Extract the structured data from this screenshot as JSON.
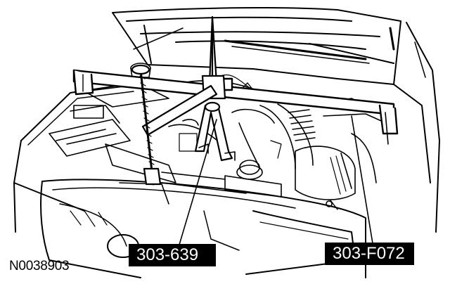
{
  "callouts": {
    "tool_a": "303-639",
    "tool_b": "303-F072"
  },
  "figure_id": "N0038903",
  "colors": {
    "ink": "#000000",
    "paper": "#ffffff",
    "label_bg": "#000000",
    "label_text": "#ffffff"
  }
}
